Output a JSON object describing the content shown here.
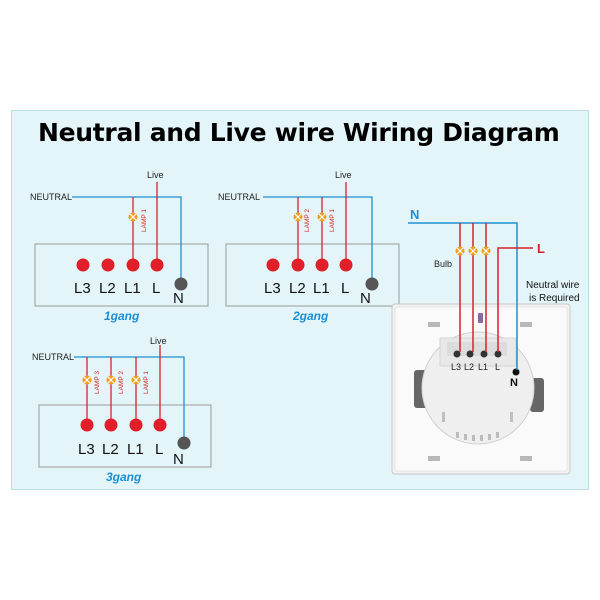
{
  "title": "Neutral and Live wire Wiring Diagram",
  "gang1": {
    "neutral": "NEUTRAL",
    "live": "Live",
    "lamp1": "LAMP 1",
    "terminals": [
      "L3",
      "L2",
      "L1",
      "L"
    ],
    "n": "N",
    "caption": "1gang"
  },
  "gang2": {
    "neutral": "NEUTRAL",
    "live": "Live",
    "lamp2": "LAMP 2",
    "lamp1": "LAMP 1",
    "terminals": [
      "L3",
      "L2",
      "L1",
      "L"
    ],
    "n": "N",
    "caption": "2gang"
  },
  "gang3": {
    "neutral": "NEUTRAL",
    "live": "Live",
    "lamp3": "LAMP 3",
    "lamp2": "LAMP 2",
    "lamp1": "LAMP 1",
    "terminals": [
      "L3",
      "L2",
      "L1",
      "L"
    ],
    "n": "N",
    "caption": "3gang"
  },
  "switch": {
    "n_label": "N",
    "l_label": "L",
    "bulb": "Bulb",
    "note_line1": "Neutral wire",
    "note_line2": "is Required",
    "terminals": [
      "L3",
      "L2",
      "L1",
      "L"
    ],
    "n": "N"
  },
  "colors": {
    "red_wire": "#d8232a",
    "blue_wire": "#1e90d0",
    "terminal_red": "#e01f2a",
    "terminal_gray": "#555555",
    "bulb": "#f0a020",
    "caption_blue": "#1a8fd6"
  }
}
